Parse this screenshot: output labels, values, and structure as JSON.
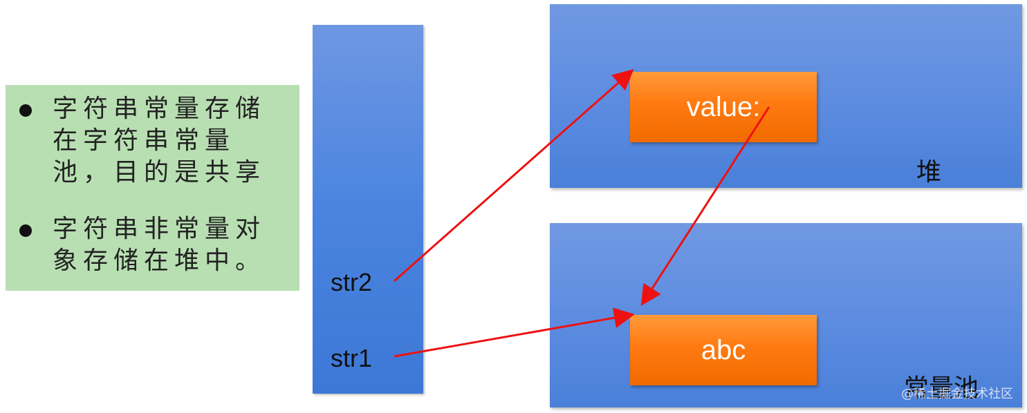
{
  "notes": {
    "items": [
      {
        "text": "字符串常量存储在字符串常量池，目的是共享"
      },
      {
        "text": "字符串非常量对象存储在堆中。"
      }
    ]
  },
  "stack": {
    "vars": [
      {
        "label": "str2"
      },
      {
        "label": "str1"
      }
    ]
  },
  "heap": {
    "label": "堆",
    "object": {
      "label": "value:"
    }
  },
  "pool": {
    "label": "常量池",
    "object": {
      "label": "abc"
    }
  },
  "arrows": {
    "color": "#ee1111",
    "edges": [
      {
        "from": "str2",
        "to": "heap-value-object"
      },
      {
        "from": "str1",
        "to": "pool-abc-object"
      },
      {
        "from": "heap-value-object",
        "to": "pool-abc-object"
      }
    ]
  },
  "colors": {
    "note_bg": "#b8dfb2",
    "region_blue": "#5a8ae0",
    "object_orange": "#ff7a10"
  },
  "watermark": "@稀土掘金技术社区"
}
